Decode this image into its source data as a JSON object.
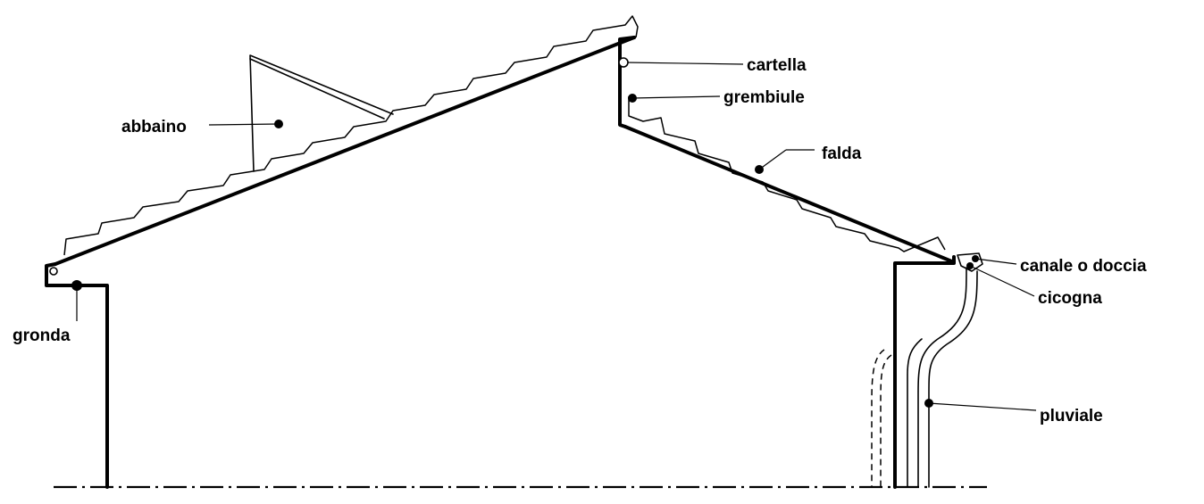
{
  "labels": {
    "abbaino": "abbaino",
    "cartella": "cartella",
    "grembiule": "grembiule",
    "falda": "falda",
    "canale": "canale o doccia",
    "cicogna": "cicogna",
    "gronda": "gronda",
    "pluviale": "pluviale"
  }
}
